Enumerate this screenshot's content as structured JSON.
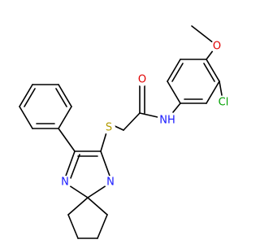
{
  "structure": {
    "atoms": {
      "S": {
        "text": "S",
        "color": "#b39b00"
      },
      "O": {
        "text": "O",
        "color": "#e00000"
      },
      "OMe": {
        "text": "O",
        "color": "#e00000"
      },
      "NH": {
        "text": "NH",
        "color": "#1a1aff"
      },
      "Cl": {
        "text": "Cl",
        "color": "#00a000"
      },
      "N1": {
        "text": "N",
        "color": "#1a1aff"
      },
      "N2": {
        "text": "N",
        "color": "#1a1aff"
      }
    }
  }
}
